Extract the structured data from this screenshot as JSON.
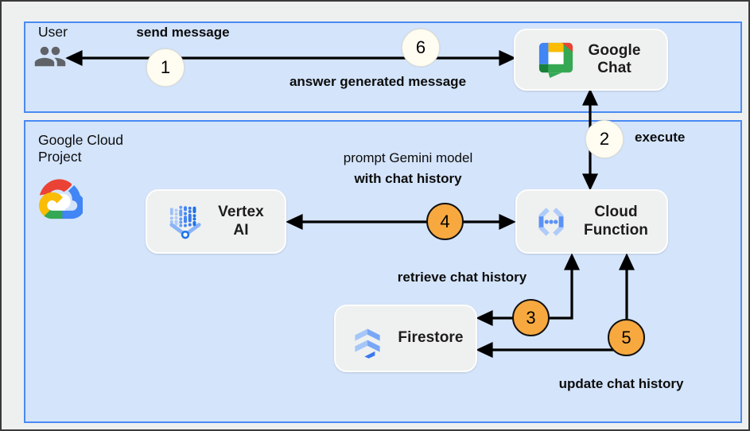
{
  "zones": {
    "user": {
      "label": "User"
    },
    "gcp": {
      "label": "Google Cloud Project"
    }
  },
  "nodes": {
    "google_chat": {
      "label": "Google Chat"
    },
    "vertex_ai": {
      "label": "Vertex AI"
    },
    "cloud_function": {
      "label": "Cloud Function"
    },
    "firestore": {
      "label": "Firestore"
    }
  },
  "flows": {
    "send_message": {
      "step": "1",
      "label": "send message"
    },
    "execute": {
      "step": "2",
      "label": "execute"
    },
    "retrieve_chat_history": {
      "step": "3",
      "label": "retrieve chat history"
    },
    "prompt_gemini": {
      "step": "4",
      "label": "prompt Gemini model",
      "label_bold": "with chat history"
    },
    "update_chat_history": {
      "step": "5",
      "label": "update chat history"
    },
    "answer": {
      "step": "6",
      "label": "answer generated message"
    }
  },
  "colors": {
    "zone_fill": "#d4e4fb",
    "zone_border": "#4a8af4",
    "node_fill": "#eff1f0",
    "step_badge_orange": "#f7a940",
    "step_badge_white": "#fffdf2",
    "arrow": "#000000",
    "user_icon_gray": "#5f6368",
    "google_blue": "#4285f4",
    "google_red": "#ea4335",
    "google_yellow": "#fbbc04",
    "google_green": "#34a853"
  }
}
